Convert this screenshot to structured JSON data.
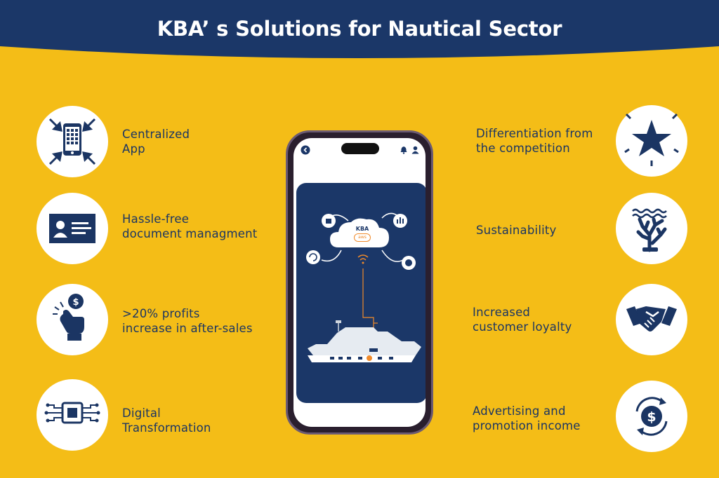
{
  "title": "KBA’ s Solutions for Nautical Sector",
  "left_items": [
    {
      "lines": [
        "Centralized",
        "App"
      ],
      "icon": "phone-arrows-icon"
    },
    {
      "lines": [
        "Hassle-free",
        "document managment"
      ],
      "icon": "id-card-icon"
    },
    {
      "lines": [
        ">20% profits",
        "increase in after-sales"
      ],
      "icon": "hand-coin-icon"
    },
    {
      "lines": [
        "Digital",
        "Transformation"
      ],
      "icon": "chip-icon"
    }
  ],
  "right_items": [
    {
      "lines": [
        "Differentiation from",
        "the competition"
      ],
      "icon": "star-burst-icon"
    },
    {
      "lines": [
        "Sustainability"
      ],
      "icon": "coral-icon"
    },
    {
      "lines": [
        "Increased",
        "customer loyalty"
      ],
      "icon": "handshake-icon"
    },
    {
      "lines": [
        "Advertising and",
        "promotion income"
      ],
      "icon": "dollar-cycle-icon"
    }
  ],
  "phone": {
    "cloud_label": "KBA",
    "cloud_sub": "aws"
  },
  "colors": {
    "background": "#f4bd17",
    "banner": "#1b3768",
    "icon": "#1b3563"
  }
}
